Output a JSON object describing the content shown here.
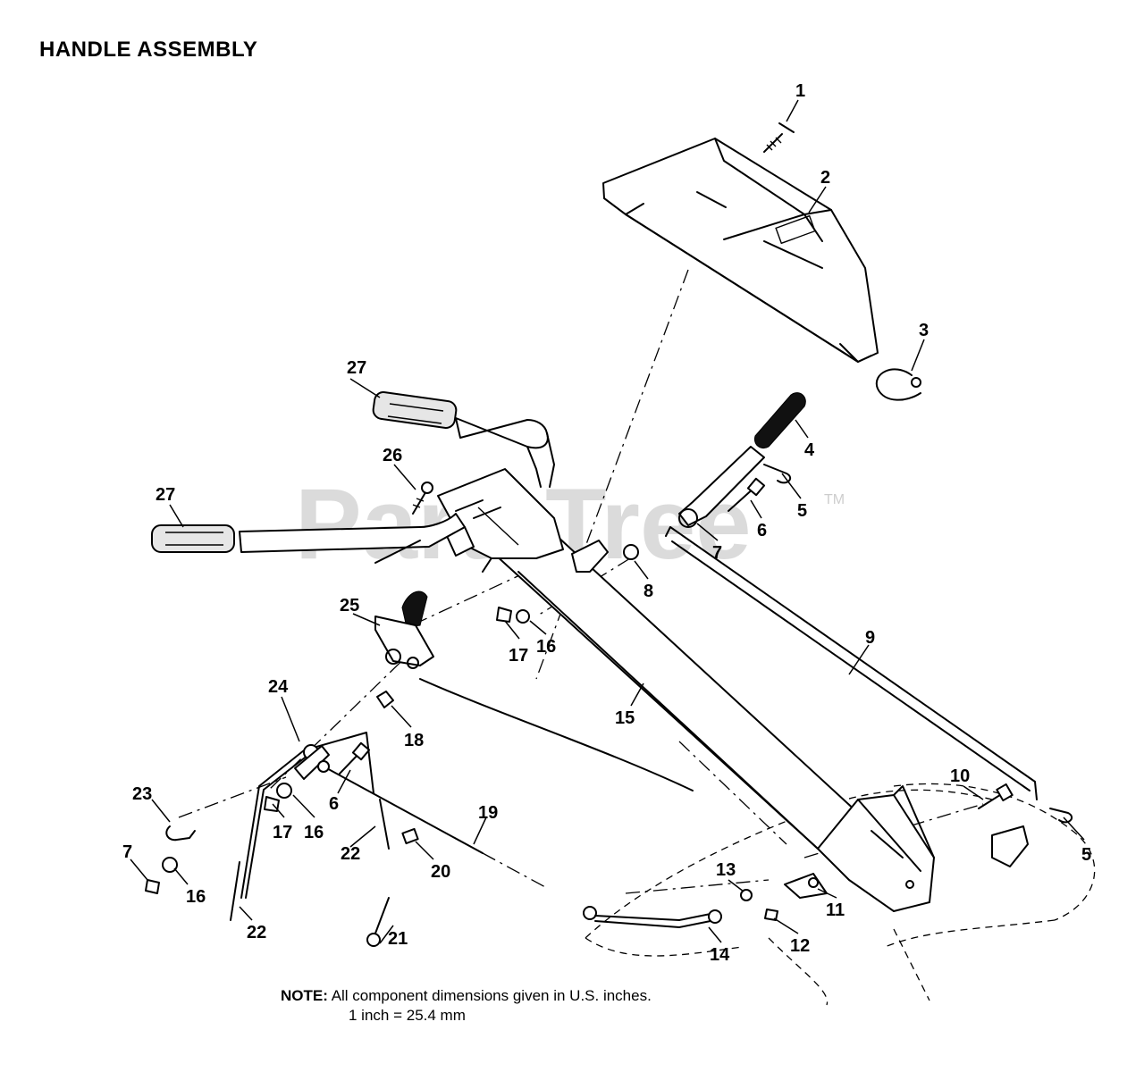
{
  "title": "HANDLE ASSEMBLY",
  "watermark": "PartsTree",
  "trademark": "TM",
  "note": {
    "label": "NOTE:",
    "line1": "All component dimensions given in U.S. inches.",
    "line2": "1 inch = 25.4 mm"
  },
  "callouts": {
    "c1": "1",
    "c2": "2",
    "c3": "3",
    "c4": "4",
    "c5a": "5",
    "c5b": "5",
    "c6a": "6",
    "c6b": "6",
    "c7a": "7",
    "c7b": "7",
    "c8": "8",
    "c9": "9",
    "c10": "10",
    "c11": "11",
    "c12": "12",
    "c13": "13",
    "c14": "14",
    "c15": "15",
    "c16a": "16",
    "c16b": "16",
    "c16c": "16",
    "c17a": "17",
    "c17b": "17",
    "c18": "18",
    "c19": "19",
    "c20": "20",
    "c21": "21",
    "c22a": "22",
    "c22b": "22",
    "c23": "23",
    "c24": "24",
    "c25": "25",
    "c26": "26",
    "c27a": "27",
    "c27b": "27"
  }
}
